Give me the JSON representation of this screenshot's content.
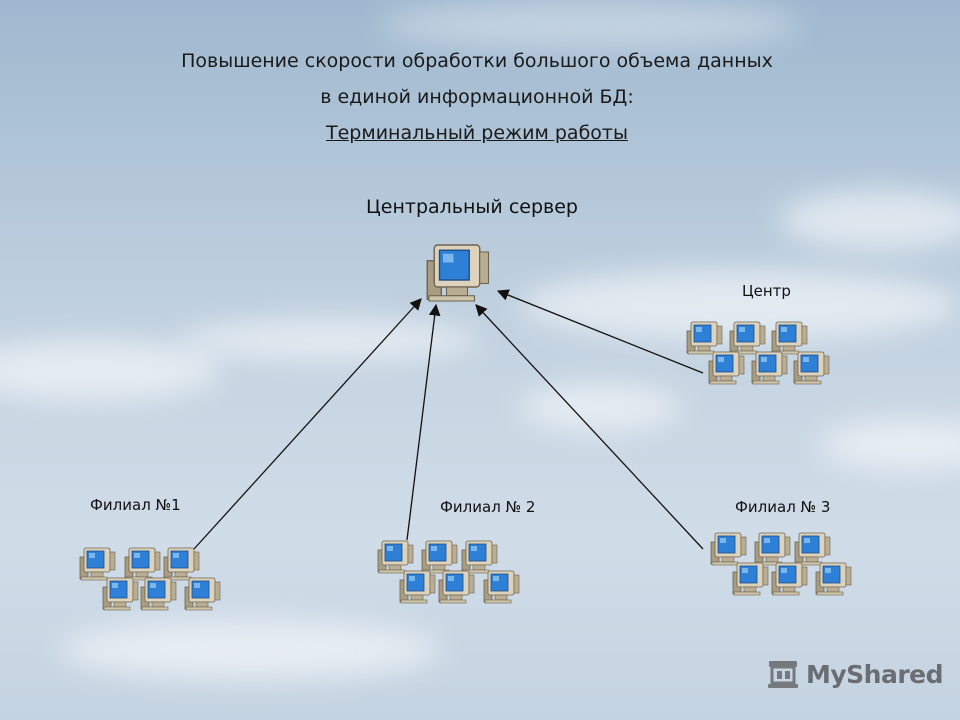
{
  "title": {
    "line1": "Повышение скорости обработки большого объема данных",
    "line2": "в единой информационной БД:",
    "line3": "Терминальный режим работы"
  },
  "nodes": {
    "server": "Центральный сервер",
    "center": "Центр",
    "branch1": "Филиал №1",
    "branch2": "Филиал № 2",
    "branch3": "Филиал № 3"
  },
  "edges": [
    {
      "from": "branch1",
      "to": "server"
    },
    {
      "from": "branch2",
      "to": "server"
    },
    {
      "from": "branch3",
      "to": "server"
    },
    {
      "from": "center",
      "to": "server"
    }
  ],
  "icons": {
    "server": "computer-icon",
    "workstation": "computer-icon"
  },
  "watermark": {
    "brand": "MyShared"
  },
  "colors": {
    "screen": "#2e7fd6",
    "casing": "#d9cfb8",
    "arrow": "#111111"
  }
}
